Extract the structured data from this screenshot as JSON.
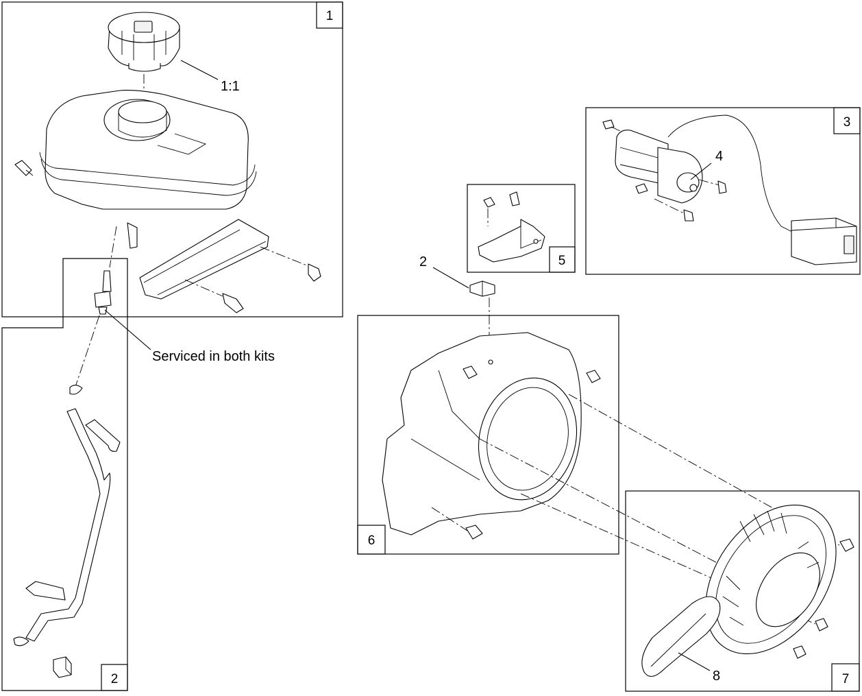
{
  "diagram": {
    "kits": [
      {
        "id": "kit-1",
        "number": "1"
      },
      {
        "id": "kit-2",
        "number": "2"
      },
      {
        "id": "kit-3",
        "number": "3"
      },
      {
        "id": "kit-5",
        "number": "5"
      },
      {
        "id": "kit-6",
        "number": "6"
      },
      {
        "id": "kit-7",
        "number": "7"
      }
    ],
    "callouts": {
      "fuel_cap": "1:1",
      "starter_motor": "4",
      "clip": "2",
      "recoil_handle": "8",
      "shared_note": "Serviced in both kits"
    }
  }
}
